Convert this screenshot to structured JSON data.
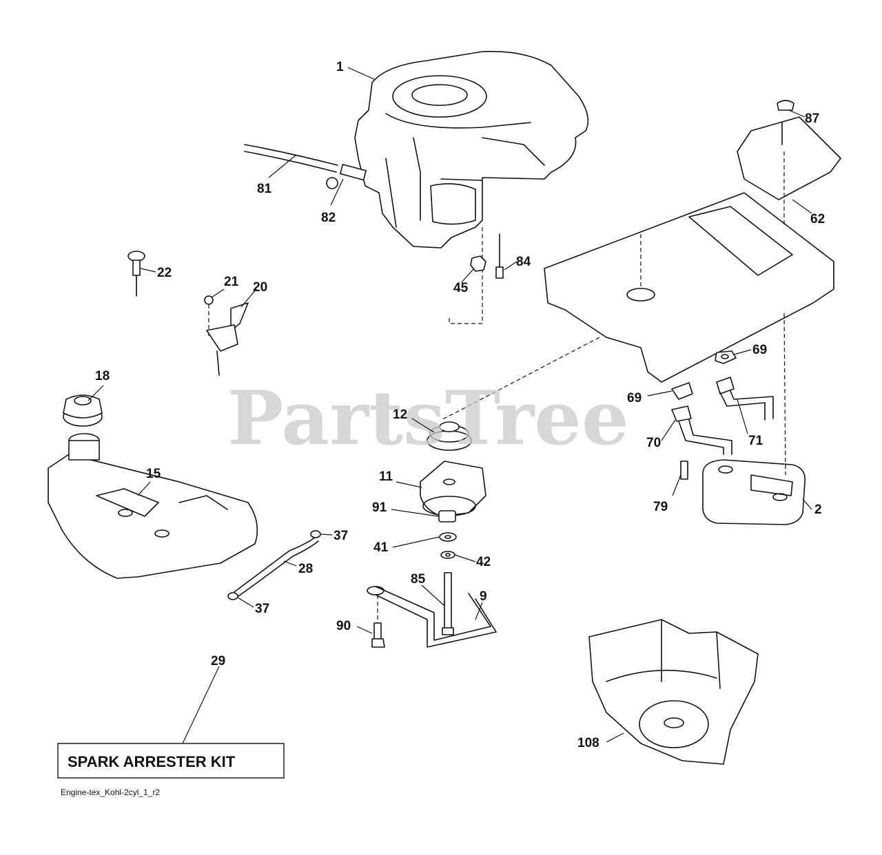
{
  "watermark": "PartsTree",
  "kit_label": "SPARK ARRESTER KIT",
  "footer_code": "Engine-tex_Kohl-2cyl_1_r2",
  "callouts": [
    {
      "id": "1",
      "label": "1"
    },
    {
      "id": "2",
      "label": "2"
    },
    {
      "id": "9",
      "label": "9"
    },
    {
      "id": "11",
      "label": "11"
    },
    {
      "id": "12",
      "label": "12"
    },
    {
      "id": "15",
      "label": "15"
    },
    {
      "id": "18",
      "label": "18"
    },
    {
      "id": "20",
      "label": "20"
    },
    {
      "id": "21",
      "label": "21"
    },
    {
      "id": "22",
      "label": "22"
    },
    {
      "id": "28",
      "label": "28"
    },
    {
      "id": "29",
      "label": "29"
    },
    {
      "id": "37a",
      "label": "37"
    },
    {
      "id": "37b",
      "label": "37"
    },
    {
      "id": "41",
      "label": "41"
    },
    {
      "id": "42",
      "label": "42"
    },
    {
      "id": "45",
      "label": "45"
    },
    {
      "id": "62",
      "label": "62"
    },
    {
      "id": "69a",
      "label": "69"
    },
    {
      "id": "69b",
      "label": "69"
    },
    {
      "id": "70",
      "label": "70"
    },
    {
      "id": "71",
      "label": "71"
    },
    {
      "id": "79",
      "label": "79"
    },
    {
      "id": "81",
      "label": "81"
    },
    {
      "id": "82",
      "label": "82"
    },
    {
      "id": "84",
      "label": "84"
    },
    {
      "id": "85",
      "label": "85"
    },
    {
      "id": "87",
      "label": "87"
    },
    {
      "id": "90",
      "label": "90"
    },
    {
      "id": "91",
      "label": "91"
    },
    {
      "id": "108",
      "label": "108"
    }
  ]
}
